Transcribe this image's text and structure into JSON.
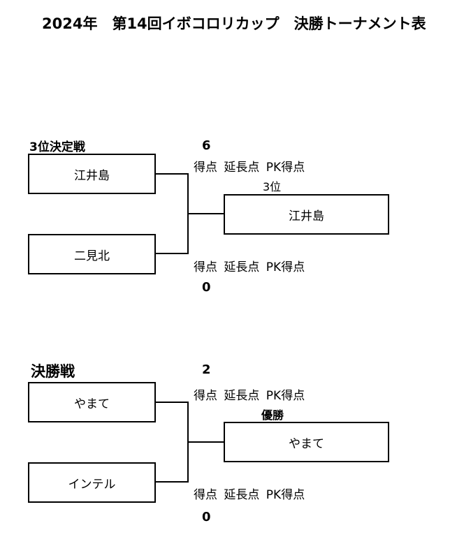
{
  "header": {
    "title": "2024年　第14回イボコロリカップ　決勝トーナメント表"
  },
  "third_place": {
    "label": "3位決定戦",
    "team_a": "江井島",
    "team_b": "二見北",
    "score_a": "6",
    "score_b": "0",
    "score_labels_a": "得点 延長点 PK得点",
    "score_labels_b": "得点 延長点 PK得点",
    "result_label": "3位",
    "winner": "江井島"
  },
  "final": {
    "label": "決勝戦",
    "team_a": "やまて",
    "team_b": "インテル",
    "score_a": "2",
    "score_b": "0",
    "score_labels_a": "得点 延長点 PK得点",
    "score_labels_b": "得点 延長点 PK得点",
    "result_label": "優勝",
    "winner": "やまて"
  }
}
